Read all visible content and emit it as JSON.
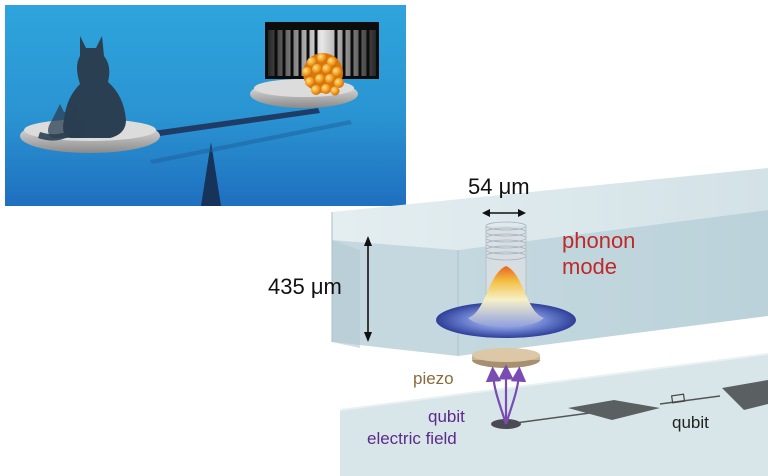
{
  "labels": {
    "width": "54 μm",
    "height": "435 μm",
    "phonon_line1": "phonon",
    "phonon_line2": "mode",
    "piezo": "piezo",
    "qubit_left": "qubit",
    "electric_field": "electric field",
    "qubit_right": "qubit"
  },
  "colors": {
    "inset_sky": "#2a9ad6",
    "crystal": "#c9dde4",
    "phonon_label": "#c0282a",
    "qubit_label": "#5b2a8a",
    "piezo_label": "#8a6a3a",
    "nanoparticle": "#f29a1c"
  },
  "inset": {
    "left_pan": "cat-silhouette",
    "right_pan": "orange-nanoparticle-on-barcode"
  }
}
